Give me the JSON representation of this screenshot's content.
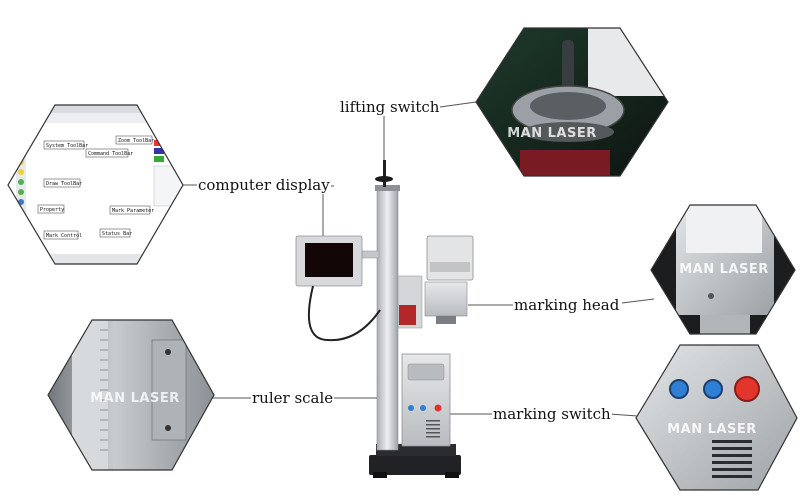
{
  "labels": {
    "lifting_switch": "lifting switch",
    "computer_display": "computer display",
    "marking_head": "marking head",
    "ruler_scale": "ruler scale",
    "marking_switch": "marking switch"
  },
  "watermark": "MAN LASER",
  "software_ui": {
    "system_toolbar": "System ToolBar",
    "command_toolbar": "Command ToolBar",
    "zoom_toolbar": "Zoom ToolBar",
    "draw_toolbar": "Draw ToolBar",
    "property": "Property",
    "mark_parameter": "Mark Parameter",
    "mark_control": "Mark Control",
    "status_bar": "Status Bar"
  },
  "colors": {
    "machine_frame": "#c9ccd1",
    "machine_base": "#202226",
    "head_red": "#b3262a",
    "button_blue": "#2f7fd6",
    "button_red": "#e2352c"
  }
}
